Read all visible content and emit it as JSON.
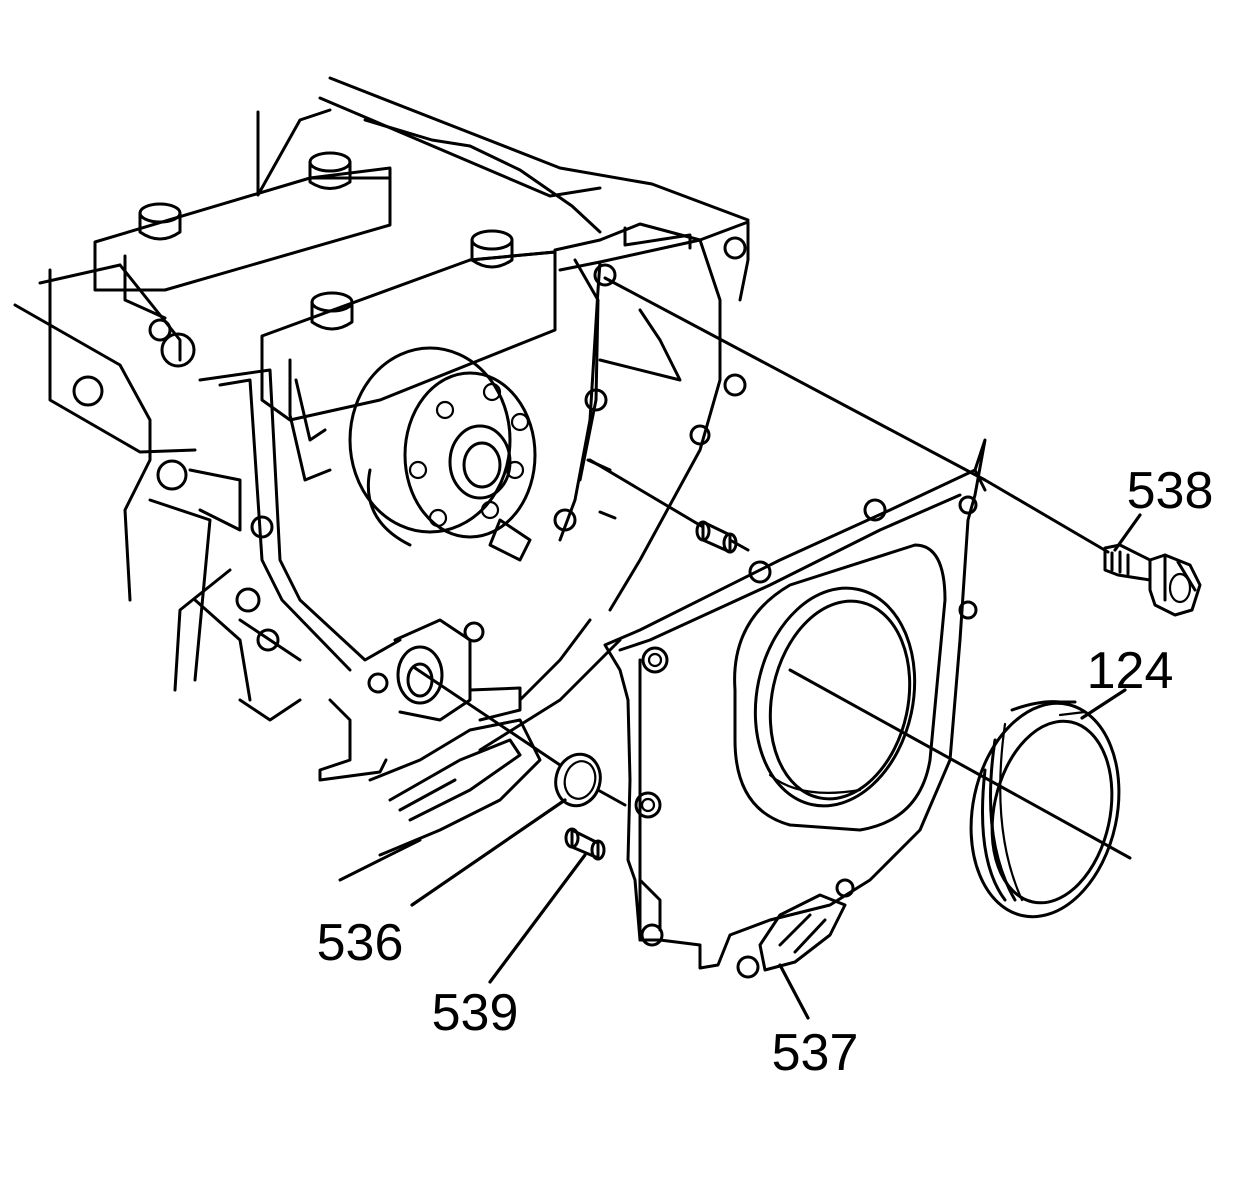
{
  "diagram": {
    "callouts": {
      "bolt": "538",
      "seal": "124",
      "oring": "536",
      "dowel": "539",
      "cover": "537"
    }
  }
}
